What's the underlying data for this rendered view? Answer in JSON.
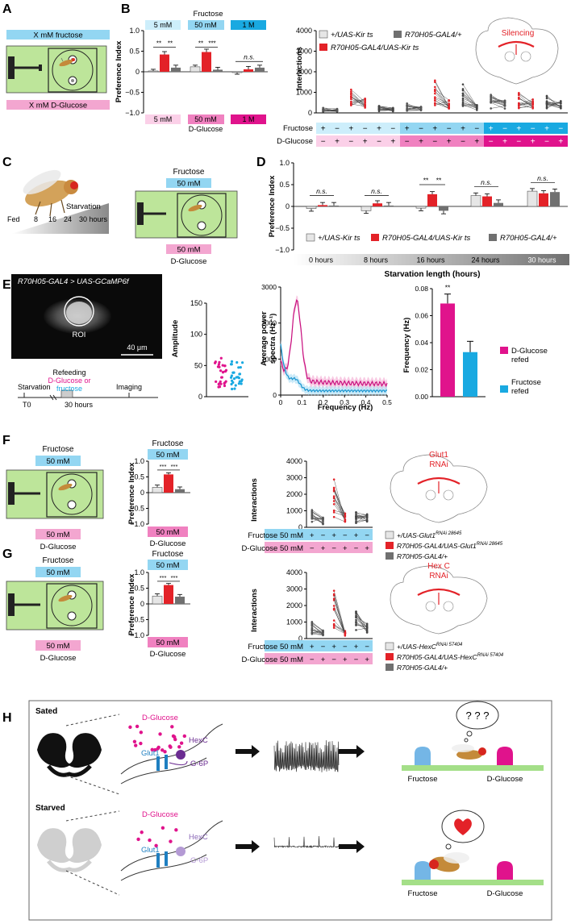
{
  "panels": {
    "A": {
      "label": "A",
      "top": "X mM fructose",
      "bottom": "X mM D-Glucose"
    },
    "B": {
      "label": "B",
      "fructose_title": "Fructose",
      "fructose_concs": [
        "5 mM",
        "50 mM",
        "1 M"
      ],
      "glucose_concs": [
        "5 mM",
        "50 mM",
        "1 M"
      ],
      "glucose_label": "D-Glucose",
      "ylabel": "Preference Index",
      "yticks": [
        "1.0",
        "0.5",
        "0",
        "−0.5",
        "−1.0"
      ],
      "sig": [
        "**",
        "**",
        "**",
        "***",
        "n.s."
      ],
      "legend": [
        "+/UAS-Kir ts",
        "R70H05-GAL4/+",
        "R70H05-GAL4/UAS-Kir ts"
      ],
      "interactions_label": "Interactions",
      "itick": [
        "4000",
        "3000",
        "2000",
        "1000",
        "0"
      ],
      "row_fructose": "Fructose",
      "row_glucose": "D-Glucose",
      "fructose_signs": [
        "+",
        "−",
        "+",
        "−",
        "+",
        "−",
        "+",
        "−",
        "+",
        "−",
        "+",
        "−",
        "+",
        "−",
        "+",
        "−",
        "+",
        "−"
      ],
      "glucose_signs": [
        "−",
        "+",
        "−",
        "+",
        "−",
        "+",
        "−",
        "+",
        "−",
        "+",
        "−",
        "+",
        "−",
        "+",
        "−",
        "+",
        "−",
        "+"
      ],
      "brain_label": "Silencing"
    },
    "C": {
      "label": "C",
      "starvation": "Starvation",
      "axis": [
        "Fed",
        "8",
        "16",
        "24",
        "30 hours"
      ],
      "fructose": "Fructose",
      "fconc": "50 mM",
      "gconc": "50 mM",
      "glucose": "D-Glucose"
    },
    "D": {
      "label": "D",
      "ylabel": "Preference Index",
      "yticks": [
        "1.0",
        "0.5",
        "0",
        "−0.5",
        "−1.0"
      ],
      "sig": [
        "n.s.",
        "n.s.",
        "**",
        "**",
        "n.s.",
        "n.s."
      ],
      "legend": [
        "+/UAS-Kir ts",
        "R70H05-GAL4/UAS-Kir ts",
        "R70H05-GAL4/+"
      ],
      "timepoints": [
        "0 hours",
        "8 hours",
        "16 hours",
        "24 hours",
        "30 hours"
      ],
      "xlabel": "Starvation length (hours)"
    },
    "E": {
      "label": "E",
      "micro_title": "R70H05-GAL4 > UAS-GCaMP6f",
      "roi": "ROI",
      "scale": "40 μm",
      "timeline": [
        "Starvation",
        "Refeeding",
        "D-Glucose or",
        "fructose",
        "Imaging",
        "T0",
        "30 hours"
      ],
      "amp_label": "Amplitude",
      "amp_ticks": [
        "150",
        "100",
        "50",
        "0"
      ],
      "psd_ylabel1": "Average power",
      "psd_ylabel2": "spectra (Hz⁻¹)",
      "psd_yticks": [
        "3000",
        "2000",
        "1000",
        "0"
      ],
      "psd_xticks": [
        "0",
        "0.1",
        "0.2",
        "0.3",
        "0.4",
        "0.5"
      ],
      "psd_xlabel": "Frequency (Hz)",
      "freq_ylabel": "Frequency (Hz)",
      "freq_ticks": [
        "0.08",
        "0.06",
        "0.04",
        "0.02",
        "0.00"
      ],
      "freq_sig": "**",
      "legend": [
        "D-Glucose",
        "refed",
        "Fructose",
        "refed"
      ]
    },
    "F": {
      "label": "F",
      "fructose": "Fructose",
      "fconc": "50 mM",
      "gconc": "50 mM",
      "glucose": "D-Glucose",
      "ylabel": "Preference Index",
      "yticks": [
        "1.0",
        "0.5",
        "0",
        "−0.5",
        "−1.0"
      ],
      "sig": [
        "***",
        "***"
      ],
      "interactions_label": "Interactions",
      "itick": [
        "4000",
        "3000",
        "2000",
        "1000",
        "0"
      ],
      "row_fructose": "Fructose 50 mM",
      "row_glucose": "D-Glucose 50 mM",
      "fsigns": [
        "+",
        "−",
        "+",
        "−",
        "+",
        "−"
      ],
      "gsigns": [
        "−",
        "+",
        "−",
        "+",
        "−",
        "+"
      ],
      "brain_label": [
        "Glut1",
        "RNAi"
      ],
      "legend": [
        "+/UAS-Glut1",
        "RNAi 28645",
        "R70H05-GAL4/UAS-Glut1",
        "RNAi 28645",
        "R70H05-GAL4/+"
      ]
    },
    "G": {
      "label": "G",
      "fructose": "Fructose",
      "fconc": "50 mM",
      "gconc": "50 mM",
      "glucose": "D-Glucose",
      "ylabel": "Preference Index",
      "yticks": [
        "1.0",
        "0.5",
        "0",
        "−0.5",
        "−1.0"
      ],
      "sig": [
        "***",
        "***"
      ],
      "interactions_label": "Interactions",
      "itick": [
        "4000",
        "3000",
        "2000",
        "1000",
        "0"
      ],
      "row_fructose": "Fructose 50 mM",
      "row_glucose": "D-Glucose 50 mM",
      "fsigns": [
        "+",
        "−",
        "+",
        "−",
        "+",
        "−"
      ],
      "gsigns": [
        "−",
        "+",
        "−",
        "+",
        "−",
        "+"
      ],
      "brain_label": [
        "Hex C",
        "RNAi"
      ],
      "legend": [
        "+/UAS-HexC",
        "RNAi 57404",
        "R70H05-GAL4/UAS-HexC",
        "RNAi 57404",
        "R70H05-GAL4/+"
      ]
    },
    "H": {
      "label": "H",
      "sated": "Sated",
      "starved": "Starved",
      "glucose": "D-Glucose",
      "glut1": "Glut1",
      "hexc": "HexC",
      "g6p": "G-6P",
      "fructose": "Fructose",
      "dglucose": "D-Glucose",
      "qmarks": "? ? ?"
    }
  },
  "chart_data": [
    {
      "type": "bar",
      "panel": "B",
      "categories": [
        "5 mM",
        "50 mM",
        "1 M"
      ],
      "series": [
        {
          "name": "+/UAS-Kir ts",
          "values": [
            0.02,
            0.12,
            -0.02
          ]
        },
        {
          "name": "R70H05-GAL4/UAS-Kir ts",
          "values": [
            0.42,
            0.48,
            0.06
          ]
        },
        {
          "name": "R70H05-GAL4/+",
          "values": [
            0.1,
            0.05,
            0.1
          ]
        }
      ],
      "ylabel": "Preference Index",
      "ylim": [
        -1.0,
        1.0
      ]
    },
    {
      "type": "bar",
      "panel": "D",
      "categories": [
        "0 hours",
        "8 hours",
        "16 hours",
        "24 hours",
        "30 hours"
      ],
      "series": [
        {
          "name": "+/UAS-Kir ts",
          "values": [
            -0.05,
            -0.1,
            -0.04,
            0.25,
            0.35
          ]
        },
        {
          "name": "R70H05-GAL4/UAS-Kir ts",
          "values": [
            0.03,
            0.07,
            0.28,
            0.23,
            0.3
          ]
        },
        {
          "name": "R70H05-GAL4/+",
          "values": [
            0.02,
            0.02,
            -0.1,
            0.08,
            0.33
          ]
        }
      ],
      "ylabel": "Preference Index",
      "xlabel": "Starvation length (hours)",
      "ylim": [
        -1.0,
        1.0
      ]
    },
    {
      "type": "bar",
      "panel": "E",
      "categories": [
        "D-Glucose refed",
        "Fructose refed"
      ],
      "values": [
        0.069,
        0.033
      ],
      "ylabel": "Frequency (Hz)",
      "ylim": [
        0,
        0.08
      ]
    },
    {
      "type": "bar",
      "panel": "F",
      "series": [
        {
          "name": "+/UAS-Glut1 RNAi 28645",
          "values": [
            0.17
          ]
        },
        {
          "name": "R70H05-GAL4/UAS-Glut1 RNAi 28645",
          "values": [
            0.58
          ]
        },
        {
          "name": "R70H05-GAL4/+",
          "values": [
            0.11
          ]
        }
      ],
      "ylabel": "Preference Index",
      "ylim": [
        -1.0,
        1.0
      ]
    },
    {
      "type": "bar",
      "panel": "G",
      "series": [
        {
          "name": "+/UAS-HexC RNAi 57404",
          "values": [
            0.25
          ]
        },
        {
          "name": "R70H05-GAL4/UAS-HexC RNAi 57404",
          "values": [
            0.6
          ]
        },
        {
          "name": "R70H05-GAL4/+",
          "values": [
            0.23
          ]
        }
      ],
      "ylabel": "Preference Index",
      "ylim": [
        -1.0,
        1.0
      ]
    }
  ]
}
